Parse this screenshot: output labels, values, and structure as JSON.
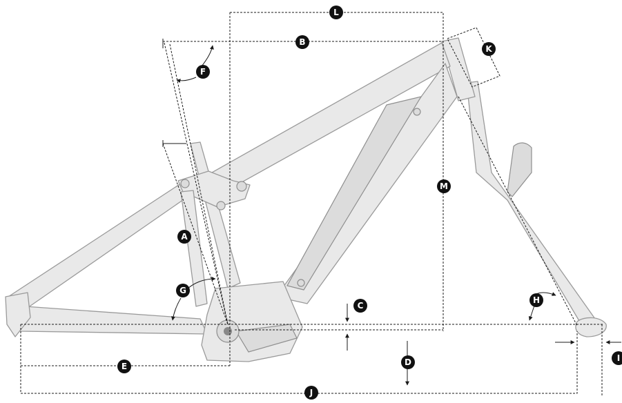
{
  "diagram": {
    "markers": {
      "A": "A",
      "B": "B",
      "C": "C",
      "D": "D",
      "E": "E",
      "F": "F",
      "G": "G",
      "H": "H",
      "I": "I",
      "J": "J",
      "K": "K",
      "L": "L",
      "M": "M"
    }
  }
}
